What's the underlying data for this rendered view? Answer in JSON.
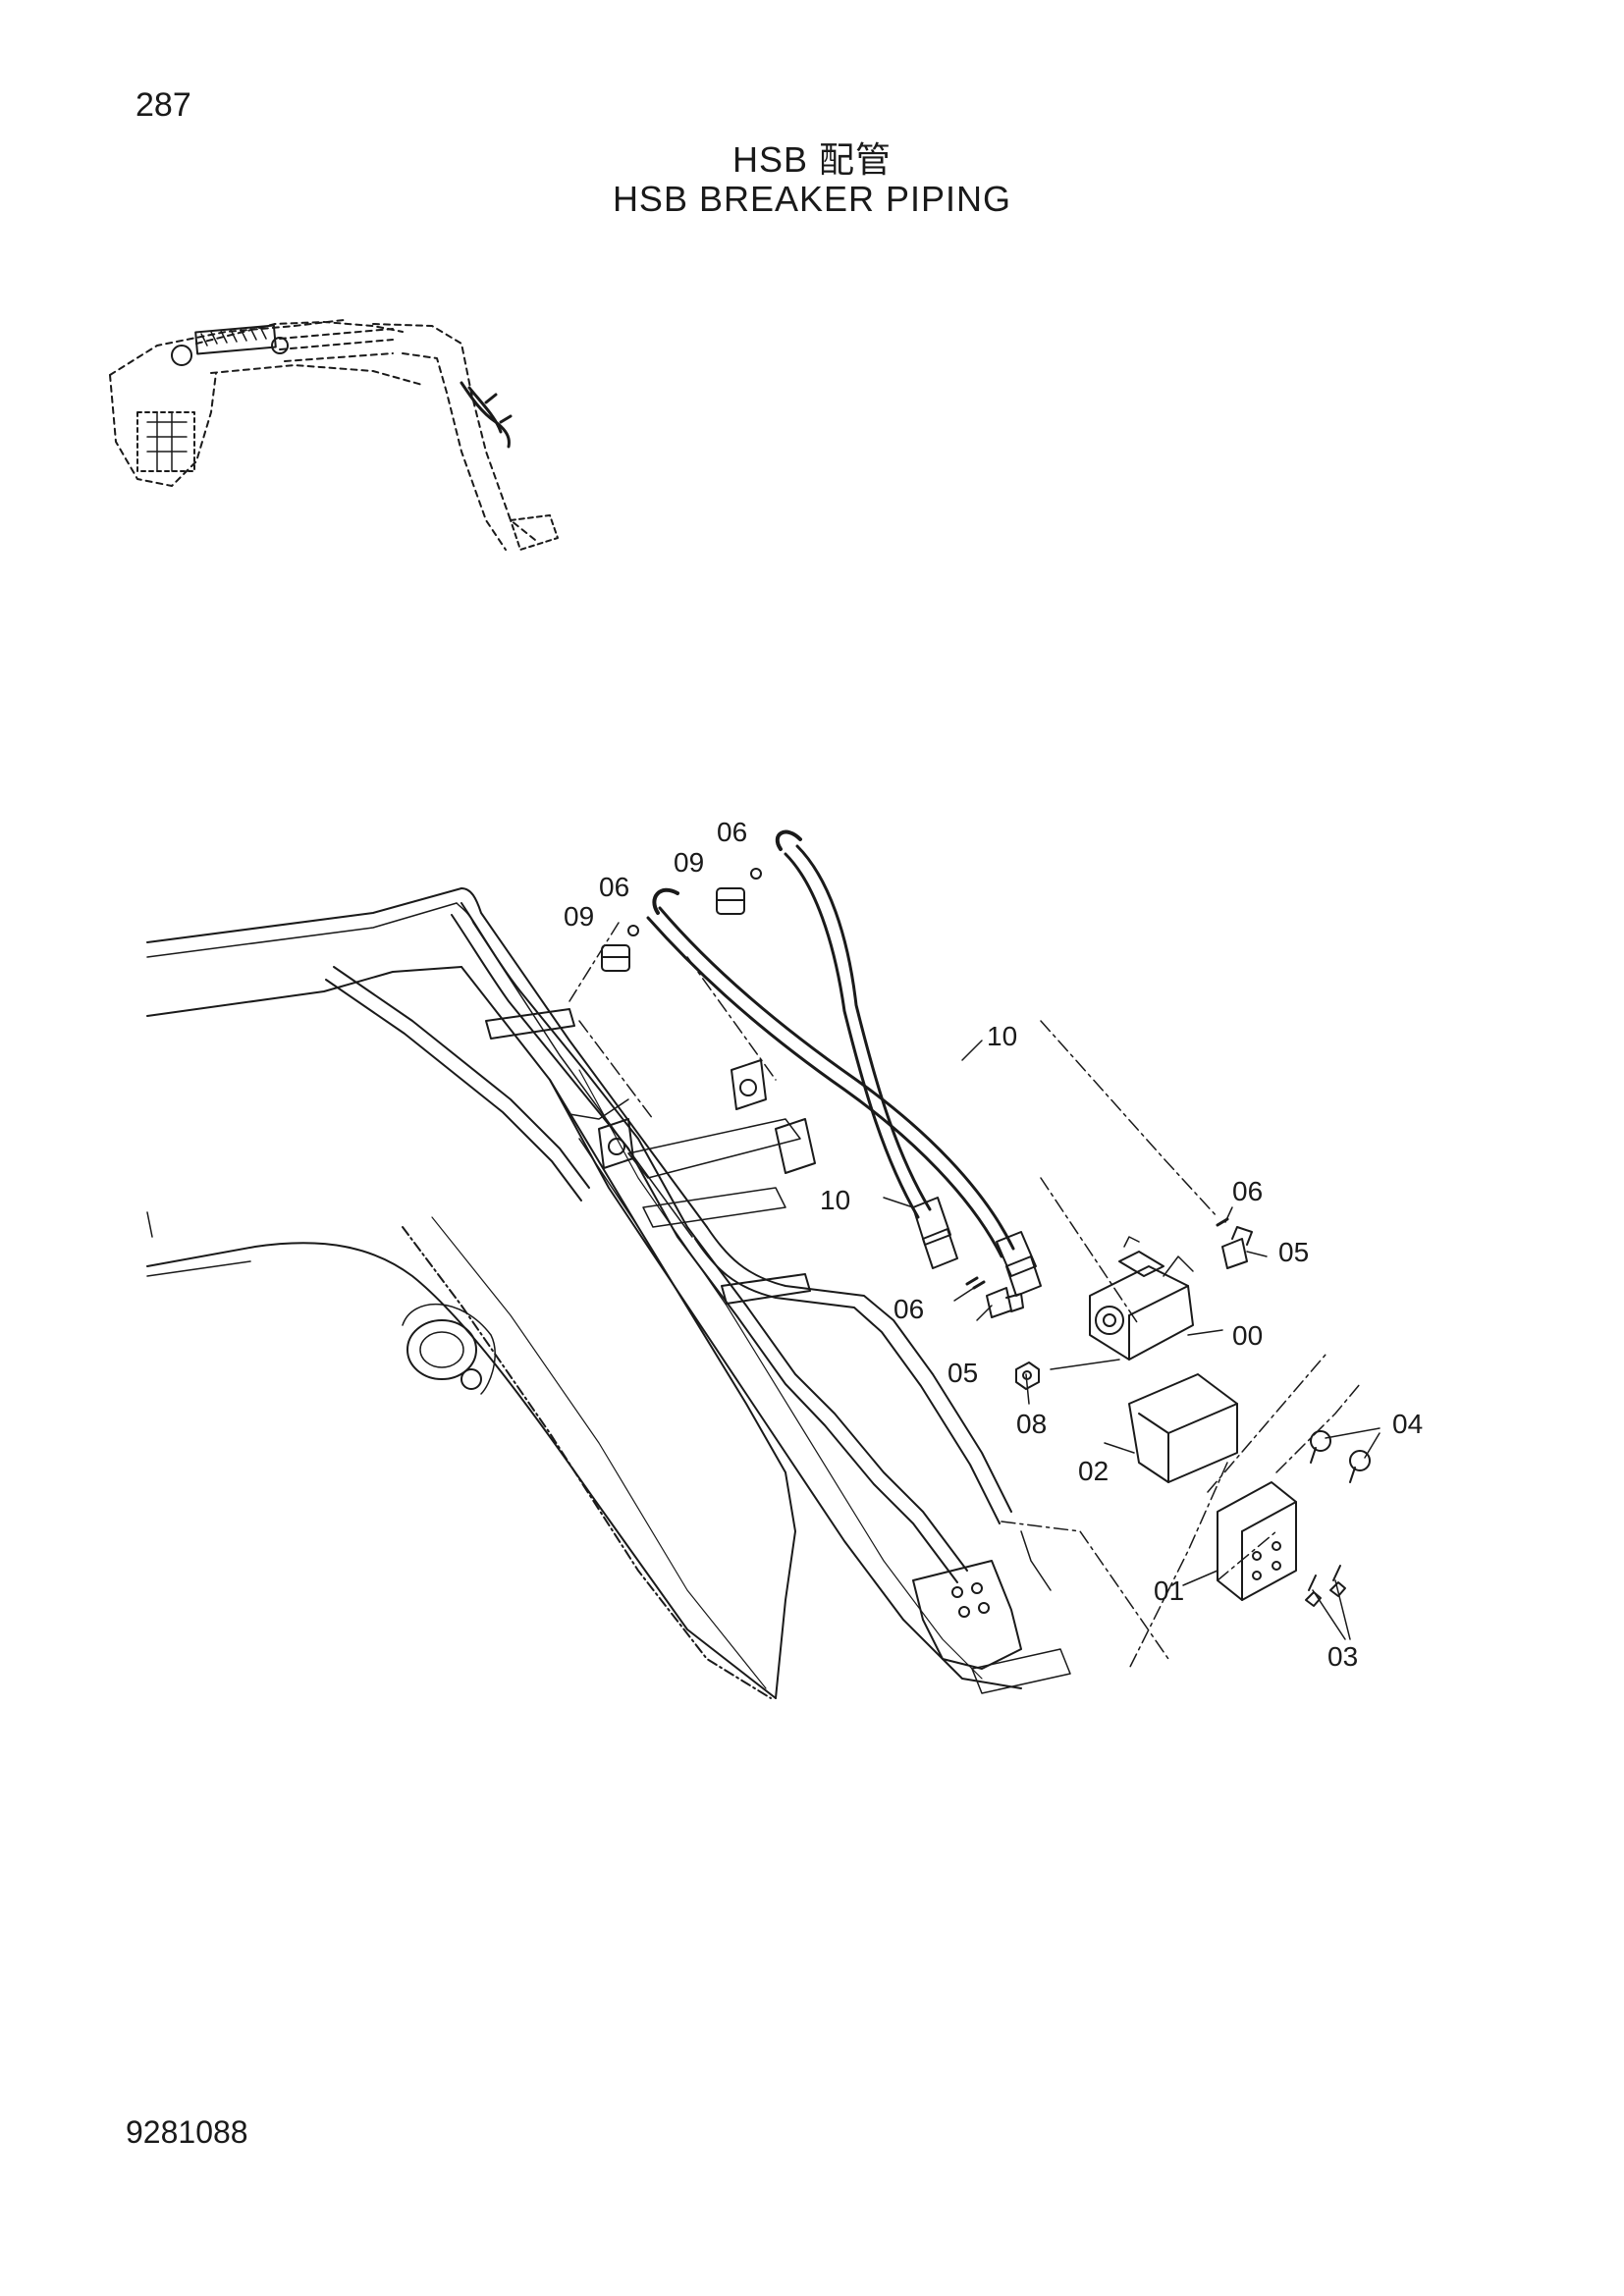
{
  "page": {
    "number": "287",
    "title_jp": "HSB 配管",
    "title_en": "HSB BREAKER PIPING",
    "doc_number": "9281088"
  },
  "callouts": {
    "c09a": "09",
    "c06a": "06",
    "c09b": "09",
    "c06b": "06",
    "c10a": "10",
    "c10b": "10",
    "c06c": "06",
    "c05a": "05",
    "c00": "00",
    "c06d": "06",
    "c05b": "05",
    "c08": "08",
    "c04": "04",
    "c02": "02",
    "c01": "01",
    "c03": "03"
  },
  "colors": {
    "line": "#1a1a1a",
    "background": "#ffffff"
  }
}
